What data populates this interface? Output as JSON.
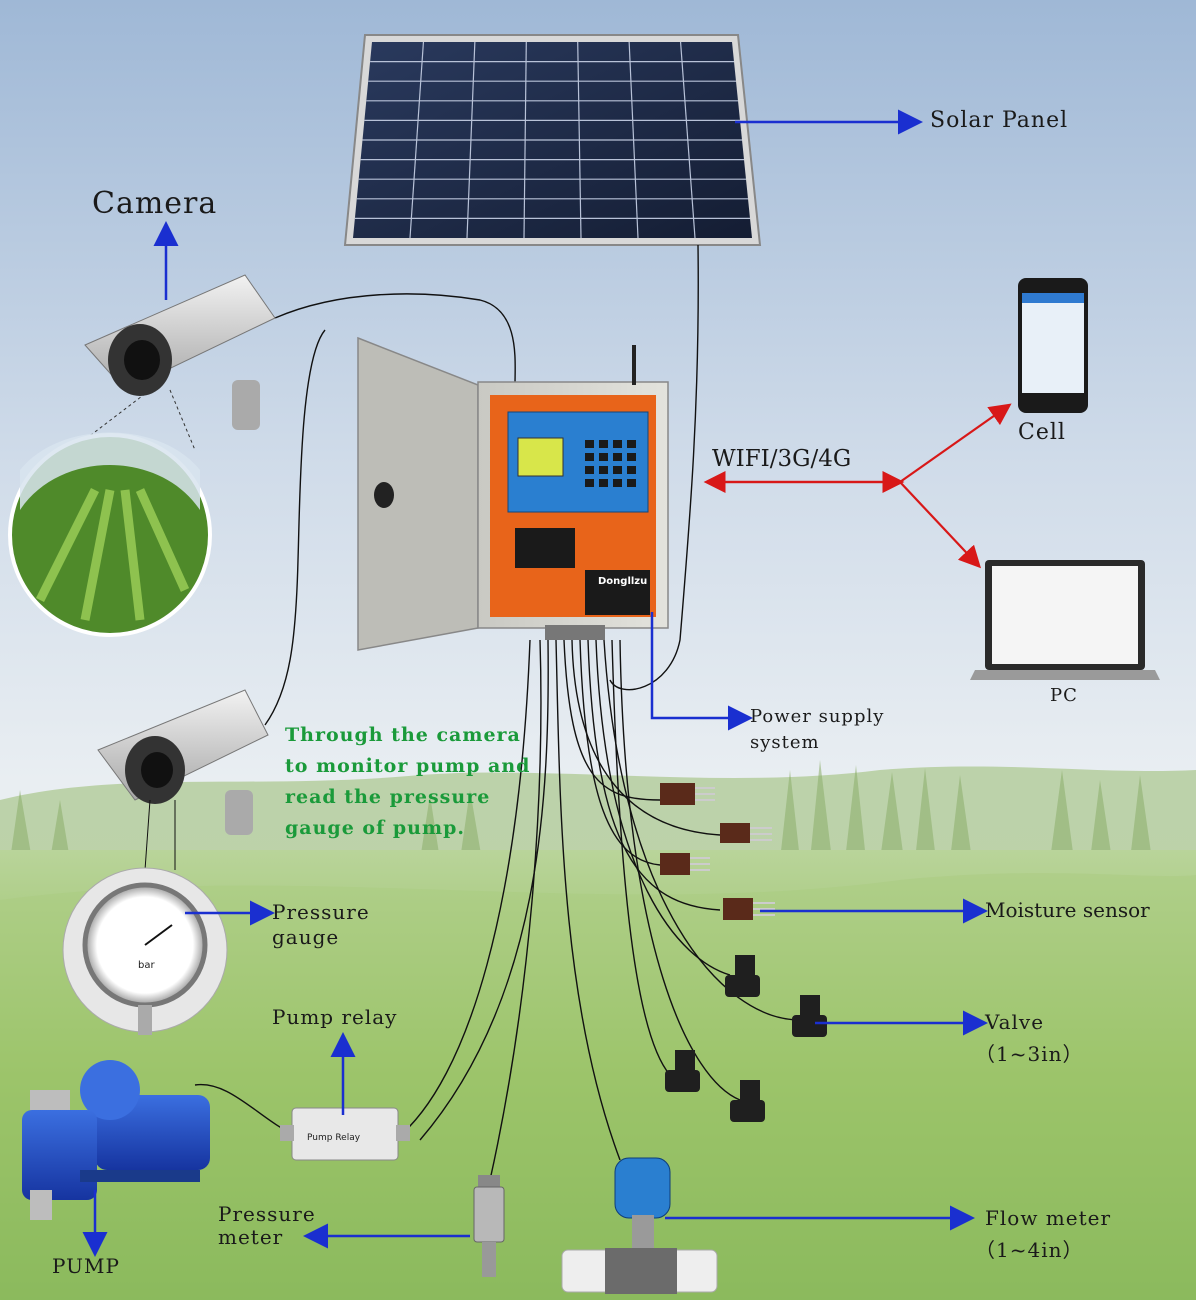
{
  "labels": {
    "solar_panel": "Solar Panel",
    "camera": "Camera",
    "cell": "Cell",
    "pc": "PC",
    "wireless": "WIFI/3G/4G",
    "power_line1": "Power supply",
    "power_line2": "system",
    "note_line1": "Through the camera",
    "note_line2": "to monitor pump and",
    "note_line3": "read the pressure",
    "note_line4": "gauge of pump.",
    "pressure_gauge_line1": "Pressure",
    "pressure_gauge_line2": "gauge",
    "moisture_sensor": "Moisture sensor",
    "pump_relay": "Pump relay",
    "valve_line1": "Valve",
    "valve_line2": "（1~3in）",
    "pump": "PUMP",
    "pressure_meter_line1": "Pressure",
    "pressure_meter_line2": "meter",
    "flow_meter_line1": "Flow meter",
    "flow_meter_line2": "（1~4in）"
  },
  "device_text": {
    "brand": "Dongllzu",
    "relay_label": "Pump Relay",
    "gauge_unit": "bar"
  },
  "colors": {
    "arrow_blue": "#1a2fd0",
    "arrow_red": "#d81818",
    "note_green": "#1a9a3a",
    "box_orange": "#e8641a",
    "controller_blue": "#2a7fd0"
  }
}
